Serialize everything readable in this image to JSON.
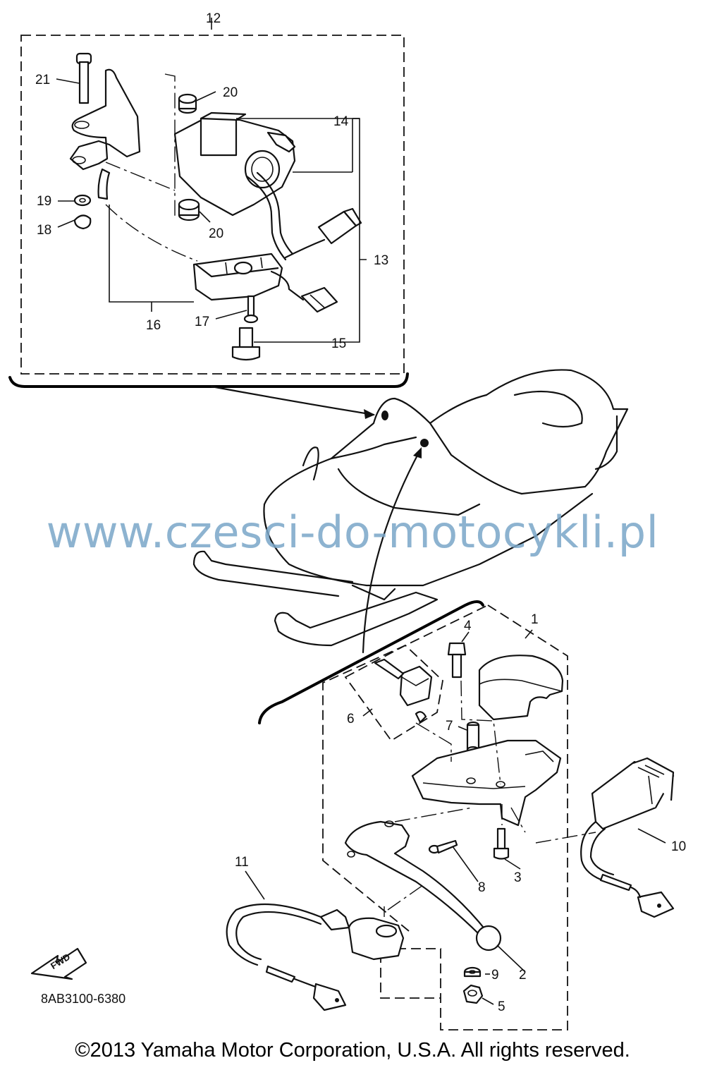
{
  "callouts": {
    "c1": "1",
    "c2": "2",
    "c3": "3",
    "c4": "4",
    "c5": "5",
    "c6": "6",
    "c7": "7",
    "c8": "8",
    "c9": "9",
    "c10": "10",
    "c11": "11",
    "c12": "12",
    "c13": "13",
    "c14": "14",
    "c15": "15",
    "c16": "16",
    "c17": "17",
    "c18": "18",
    "c19": "19",
    "c20a": "20",
    "c20b": "20",
    "c21": "21"
  },
  "fwd_label": "FWD",
  "drawing_code": "8AB3100-6380",
  "watermark": "www.czesci-do-motocykli.pl",
  "copyright": "©2013 Yamaha Motor Corporation, U.S.A. All rights reserved.",
  "colors": {
    "watermark": "#7aa6c8",
    "line": "#111111"
  }
}
